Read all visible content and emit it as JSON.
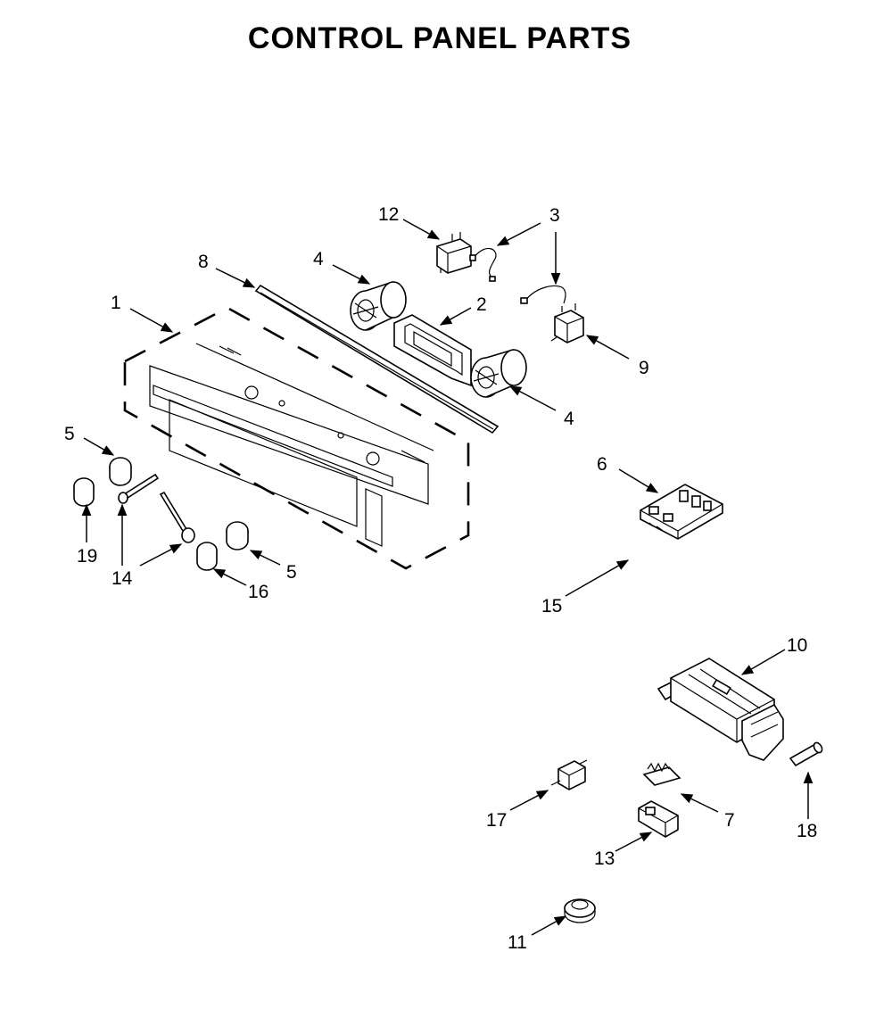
{
  "title": "CONTROL PANEL PARTS",
  "colors": {
    "line": "#000000",
    "background": "#ffffff"
  },
  "callouts": [
    {
      "id": "c12",
      "label": "12"
    },
    {
      "id": "c3",
      "label": "3"
    },
    {
      "id": "c8",
      "label": "8"
    },
    {
      "id": "c4a",
      "label": "4"
    },
    {
      "id": "c2",
      "label": "2"
    },
    {
      "id": "c1",
      "label": "1"
    },
    {
      "id": "c9",
      "label": "9"
    },
    {
      "id": "c4b",
      "label": "4"
    },
    {
      "id": "c5a",
      "label": "5"
    },
    {
      "id": "c6",
      "label": "6"
    },
    {
      "id": "c19",
      "label": "19"
    },
    {
      "id": "c14",
      "label": "14"
    },
    {
      "id": "c5b",
      "label": "5"
    },
    {
      "id": "c16",
      "label": "16"
    },
    {
      "id": "c15",
      "label": "15"
    },
    {
      "id": "c10",
      "label": "10"
    },
    {
      "id": "c17",
      "label": "17"
    },
    {
      "id": "c7",
      "label": "7"
    },
    {
      "id": "c18",
      "label": "18"
    },
    {
      "id": "c13",
      "label": "13"
    },
    {
      "id": "c11",
      "label": "11"
    }
  ]
}
